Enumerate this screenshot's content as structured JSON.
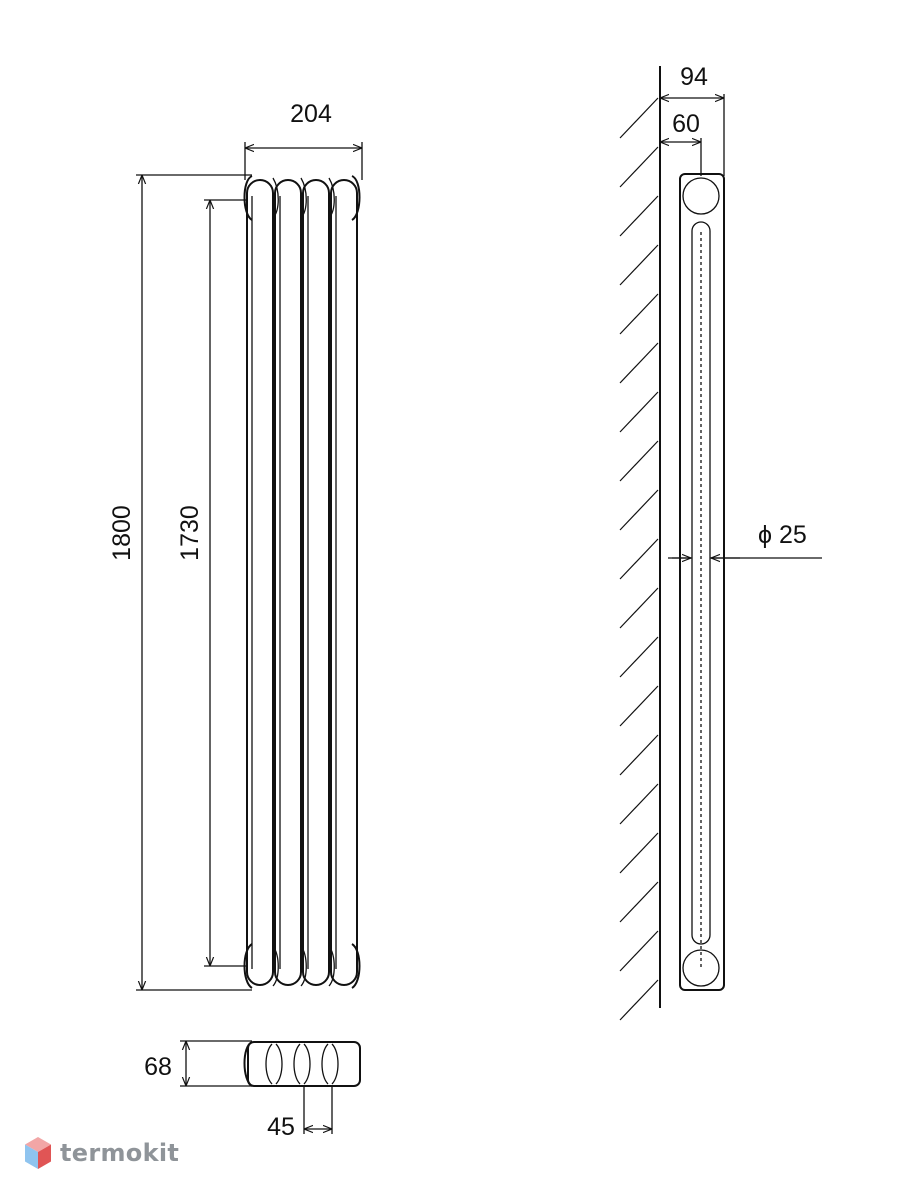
{
  "dimensions": {
    "overall_width": "204",
    "overall_height": "1800",
    "axis_distance": "1730",
    "section_depth": "68",
    "section_pitch": "45",
    "side_depth": "94",
    "wall_to_axis": "60",
    "pipe_diameter": "ϕ 25"
  },
  "brand": {
    "name": "termokit",
    "icon": "cube-logo-icon"
  },
  "colors": {
    "line": "#111111",
    "brand_text": "#8f9499",
    "logo_top": "#f2a6a6",
    "logo_left": "#8fc4ef",
    "logo_right": "#e05555"
  }
}
